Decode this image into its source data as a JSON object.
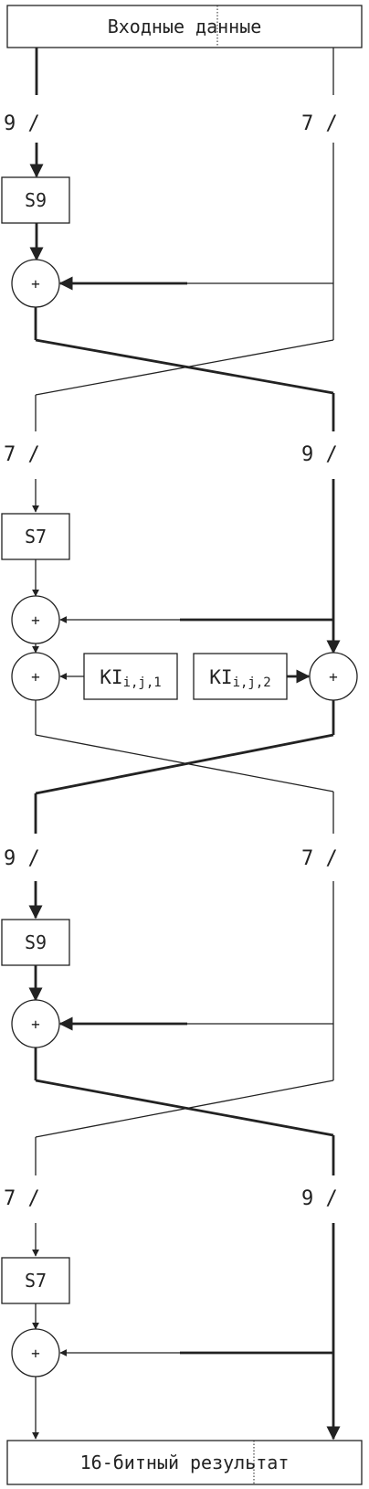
{
  "input_label": "Входные данные",
  "output_label": "16-битный результат",
  "widths": {
    "split1_left": "9 /",
    "split1_right": "7 /",
    "split2_left": "7 /",
    "split2_right": "9 /",
    "split3_left": "9 /",
    "split3_right": "7 /",
    "split4_left": "7 /",
    "split4_right": "9 /"
  },
  "sboxes": {
    "s1": "S9",
    "s2": "S7",
    "s3": "S9",
    "s4": "S7"
  },
  "xor_symbol": "+",
  "keys": {
    "left_main": "KI",
    "left_sub": "i,j,1",
    "right_main": "KI",
    "right_sub": "i,j,2"
  }
}
